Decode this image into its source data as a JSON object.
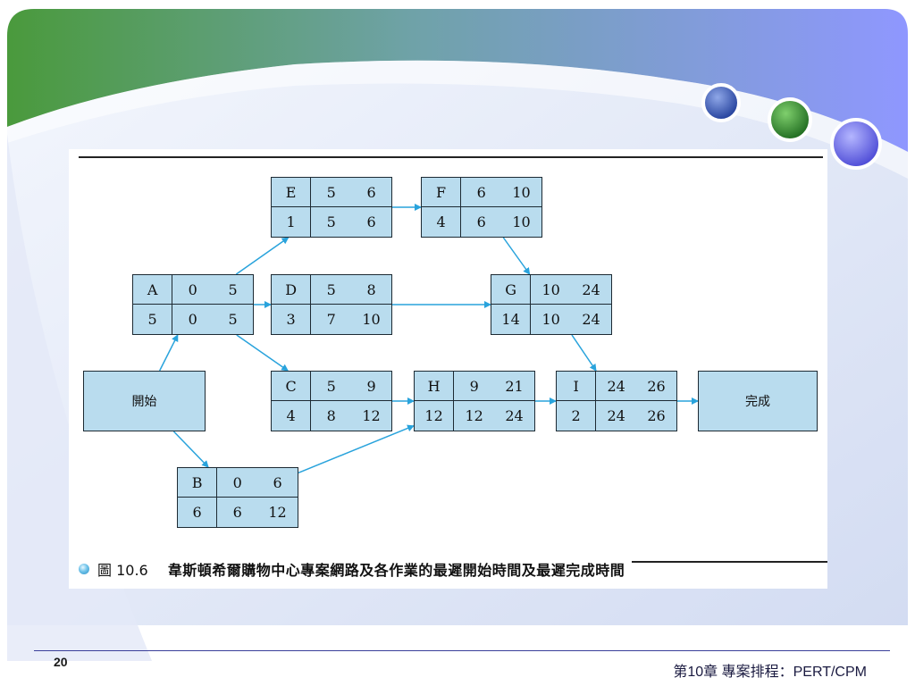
{
  "nodes": [
    {
      "id": "A",
      "es": "0",
      "ef": "5",
      "dur": "5",
      "ls": "0",
      "lf": "5"
    },
    {
      "id": "B",
      "es": "0",
      "ef": "6",
      "dur": "6",
      "ls": "6",
      "lf": "12"
    },
    {
      "id": "C",
      "es": "5",
      "ef": "9",
      "dur": "4",
      "ls": "8",
      "lf": "12"
    },
    {
      "id": "D",
      "es": "5",
      "ef": "8",
      "dur": "3",
      "ls": "7",
      "lf": "10"
    },
    {
      "id": "E",
      "es": "5",
      "ef": "6",
      "dur": "1",
      "ls": "5",
      "lf": "6"
    },
    {
      "id": "F",
      "es": "6",
      "ef": "10",
      "dur": "4",
      "ls": "6",
      "lf": "10"
    },
    {
      "id": "G",
      "es": "10",
      "ef": "24",
      "dur": "14",
      "ls": "10",
      "lf": "24"
    },
    {
      "id": "H",
      "es": "9",
      "ef": "21",
      "dur": "12",
      "ls": "12",
      "lf": "24"
    },
    {
      "id": "I",
      "es": "24",
      "ef": "26",
      "dur": "2",
      "ls": "24",
      "lf": "26"
    }
  ],
  "terminals": {
    "start": "開始",
    "finish": "完成"
  },
  "edges": [
    [
      "start",
      "A"
    ],
    [
      "start",
      "B"
    ],
    [
      "A",
      "E"
    ],
    [
      "A",
      "D"
    ],
    [
      "A",
      "C"
    ],
    [
      "E",
      "F"
    ],
    [
      "F",
      "G"
    ],
    [
      "D",
      "G"
    ],
    [
      "C",
      "H"
    ],
    [
      "B",
      "H"
    ],
    [
      "G",
      "I"
    ],
    [
      "H",
      "I"
    ],
    [
      "I",
      "finish"
    ]
  ],
  "caption": {
    "label": "圖 10.6",
    "text": "韋斯頓希爾購物中心專案網路及各作業的最遲開始時間及最遲完成時間"
  },
  "footer": {
    "page_number": "20",
    "chapter_title": "第10章 專案排程：PERT/CPM"
  },
  "colors": {
    "node_fill": "#b9dcee",
    "arrow": "#29a3dc",
    "banner_start": "#4a9a3c",
    "banner_end": "#8f97ff"
  },
  "decorations": [
    "blue-circle-icon",
    "green-circle-icon",
    "purple-circle-icon"
  ]
}
